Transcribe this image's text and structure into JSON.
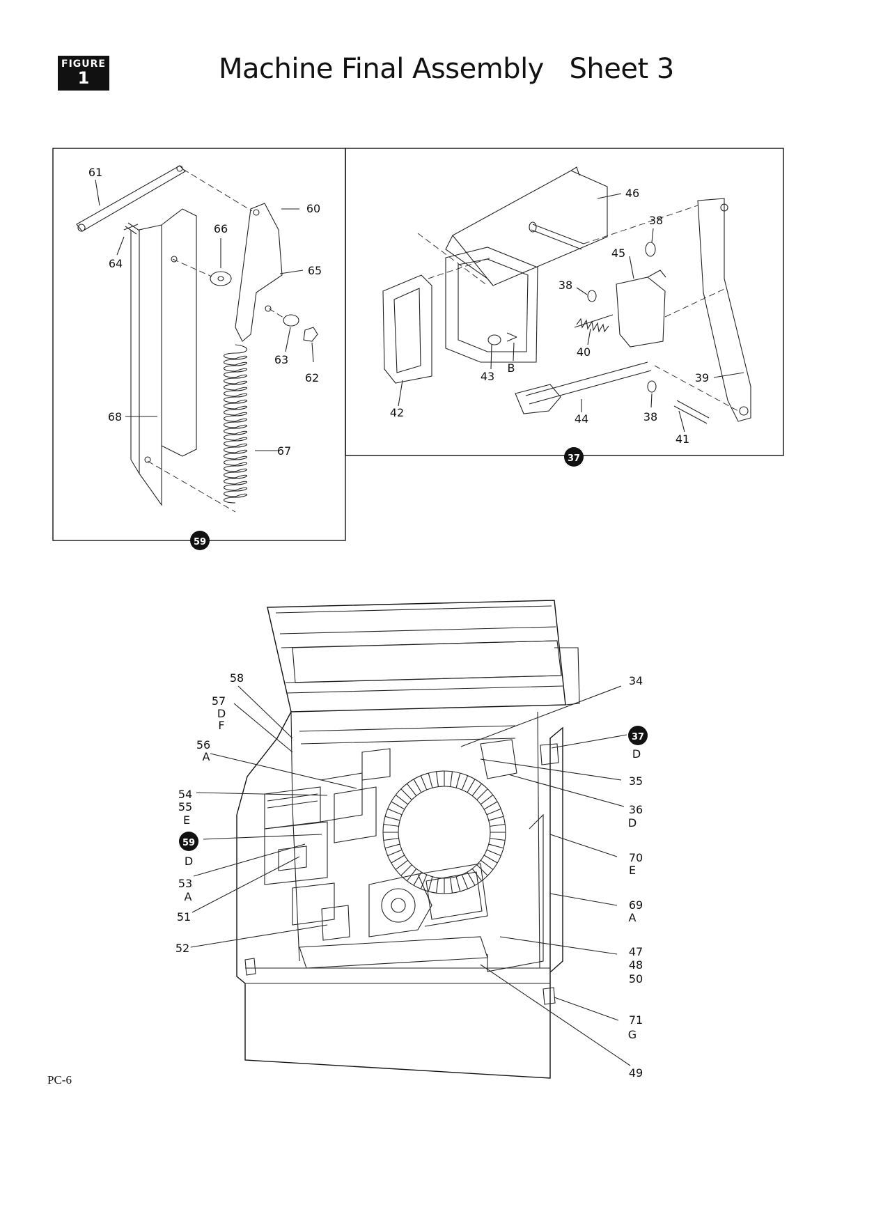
{
  "figure_badge": {
    "word": "FIGURE",
    "number": "1"
  },
  "title": "Machine Final Assembly   Sheet 3",
  "footer": "PC-6",
  "detail_left": {
    "ref": "59",
    "callouts": [
      "61",
      "64",
      "66",
      "60",
      "65",
      "63",
      "62",
      "68",
      "67"
    ]
  },
  "detail_right": {
    "ref": "37",
    "callouts": [
      "46",
      "38",
      "45",
      "38",
      "40",
      "43",
      "B",
      "42",
      "39",
      "44",
      "38",
      "41"
    ]
  },
  "main_view": {
    "callouts_left": [
      "58",
      "57",
      "D",
      "F",
      "56",
      "A",
      "54",
      "55",
      "E",
      "59",
      "D",
      "53",
      "A",
      "51",
      "52"
    ],
    "callouts_right": [
      "34",
      "37",
      "D",
      "35",
      "36",
      "D",
      "70",
      "E",
      "69",
      "A",
      "47",
      "48",
      "50",
      "71",
      "G",
      "49"
    ]
  }
}
